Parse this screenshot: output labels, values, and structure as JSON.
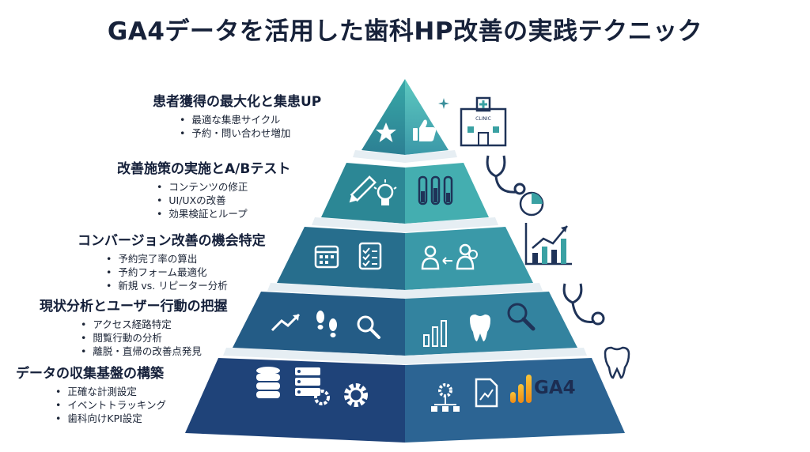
{
  "title": "GA4データを活用した歯科HP改善の実践テクニック",
  "levels": [
    {
      "title": "患者獲得の最大化と集患UP",
      "items": [
        "最適な集患サイクル",
        "予約・問い合わせ増加"
      ]
    },
    {
      "title": "改善施策の実施とA/Bテスト",
      "items": [
        "コンテンツの修正",
        "UI/UXの改善",
        "効果検証とループ"
      ]
    },
    {
      "title": "コンバージョン改善の機会特定",
      "items": [
        "予約完了率の算出",
        "予約フォーム最適化",
        "新規 vs. リピーター分析"
      ]
    },
    {
      "title": "現状分析とユーザー行動の把握",
      "items": [
        "アクセス経路特定",
        "閲覧行動の分析",
        "離脱・直帰の改善点発見"
      ]
    },
    {
      "title": "データの収集基盤の構築",
      "items": [
        "正確な計測設定",
        "イベントトラッキング",
        "歯科向けKPI設定"
      ]
    }
  ],
  "ga4_label": "GA4",
  "clinic_sign": "CLINIC",
  "icons": {
    "level1": [
      "star-icon",
      "thumbs-up-icon"
    ],
    "level2": [
      "pencil-icon",
      "lightbulb-icon",
      "test-tubes-icon"
    ],
    "level3": [
      "calendar-icon",
      "checklist-icon",
      "users-icon"
    ],
    "level4": [
      "trend-arrow-icon",
      "footprints-icon",
      "magnifier-icon",
      "bar-chart-icon",
      "tooth-icon",
      "magnifier-icon"
    ],
    "level5": [
      "database-icon",
      "server-gear-icon",
      "gear-icon",
      "gear-network-icon",
      "report-chart-icon",
      "ga4-logo-icon"
    ],
    "side": [
      "clinic-building-icon",
      "stethoscope-icon",
      "pie-chart-icon",
      "growth-chart-icon",
      "stethoscope-icon",
      "tooth-icon"
    ]
  },
  "colors": {
    "title": "#17223a",
    "pyramid_top": "#3fb0ad",
    "pyramid_bottom": "#1f3b74",
    "icon": "#1f3358",
    "icon_light": "#ffffff",
    "ga4_orange": "#f6a21b"
  }
}
